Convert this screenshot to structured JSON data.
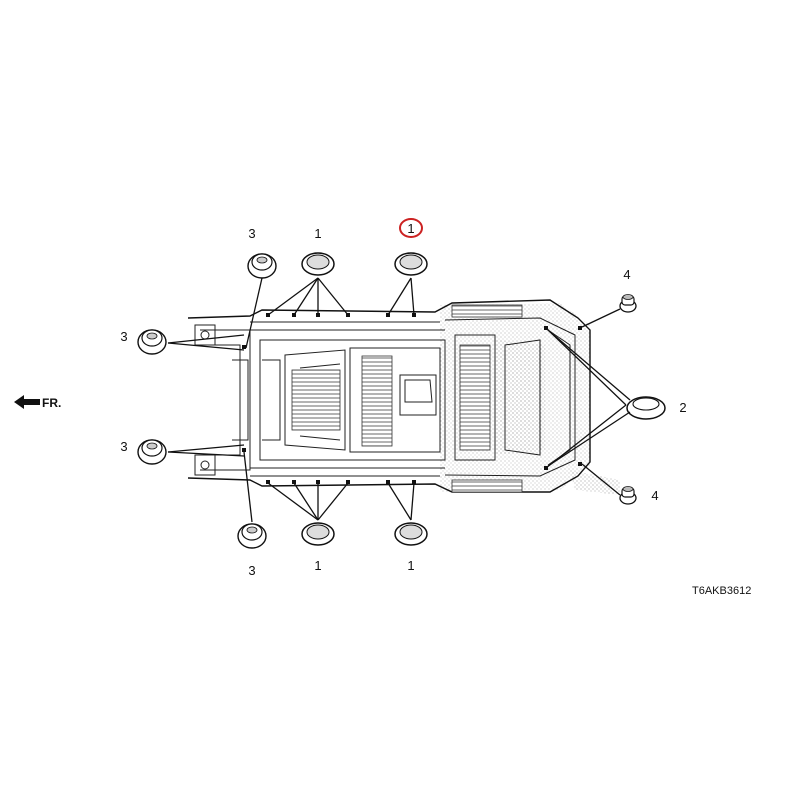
{
  "diagram": {
    "front_label": "FR.",
    "part_code": "T6AKB3612",
    "callouts": [
      {
        "id": "c3-tl",
        "num": "3"
      },
      {
        "id": "c1-tl",
        "num": "1"
      },
      {
        "id": "c1-tr",
        "num": "1",
        "highlighted": true
      },
      {
        "id": "c4-top",
        "num": "4"
      },
      {
        "id": "c3-ml",
        "num": "3"
      },
      {
        "id": "c2-right",
        "num": "2"
      },
      {
        "id": "c3-ll",
        "num": "3"
      },
      {
        "id": "c4-bottom",
        "num": "4"
      },
      {
        "id": "c3-bl",
        "num": "3"
      },
      {
        "id": "c1-bl",
        "num": "1"
      },
      {
        "id": "c1-br",
        "num": "1"
      }
    ],
    "highlight_color": "#cc2222"
  }
}
